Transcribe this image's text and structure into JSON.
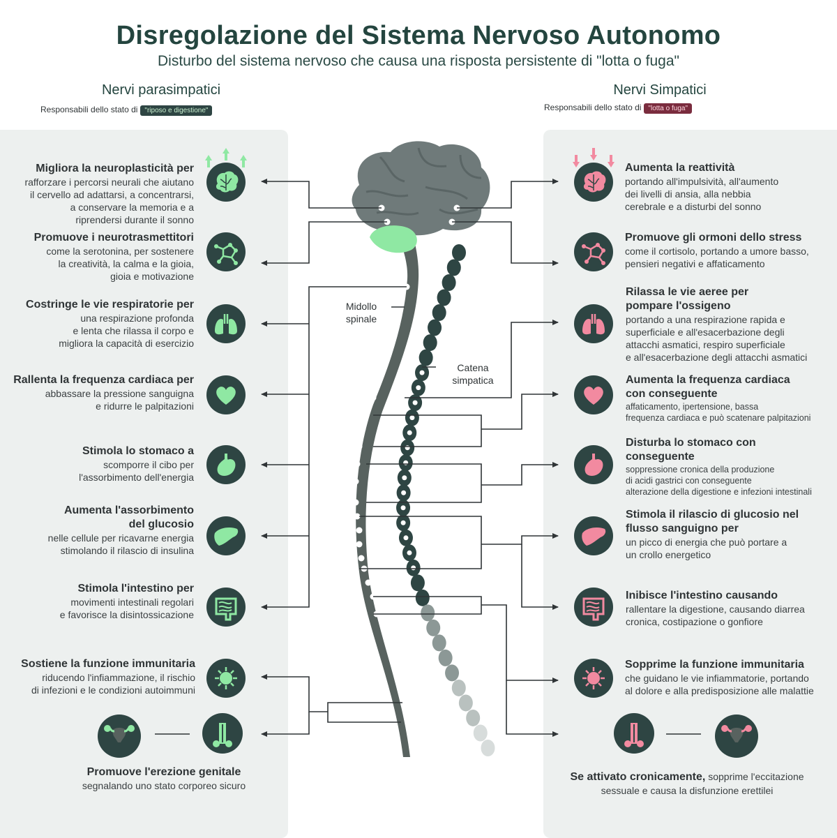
{
  "title": "Disregolazione del Sistema Nervoso Autonomo",
  "subtitle": "Disturbo del sistema nervoso che causa una risposta persistente di \"lotta o fuga\"",
  "left": {
    "heading": "Nervi parasimpatici",
    "resp_text": "Responsabili dello stato di",
    "resp_pill": "\"riposo e digestione\"",
    "items": [
      {
        "h": "Migliora la neuroplasticità per",
        "d": [
          "rafforzare i percorsi neurali che aiutano",
          "il cervello ad adattarsi, a concentrarsi,",
          "a conservare la memoria e a",
          "riprendersi durante il sonno"
        ]
      },
      {
        "h": "Promuove i neurotrasmettitori",
        "d": [
          "come la serotonina, per sostenere",
          "la creatività, la calma e la gioia,",
          "gioia e motivazione"
        ]
      },
      {
        "h": "Costringe le vie respiratorie per",
        "d": [
          "una respirazione profonda",
          "e lenta che rilassa il corpo e",
          "migliora la capacità di esercizio"
        ]
      },
      {
        "h": "Rallenta la frequenza cardiaca per",
        "d": [
          "abbassare la pressione sanguigna",
          "e ridurre le palpitazioni"
        ]
      },
      {
        "h": "Stimola lo stomaco a",
        "d": [
          "scomporre il cibo per",
          "l'assorbimento dell'energia"
        ]
      },
      {
        "h1": "Aumenta l'assorbimento",
        "h2": "del glucosio",
        "d": [
          "nelle cellule per ricavarne energia",
          "stimolando il rilascio di insulina"
        ]
      },
      {
        "h": "Stimola l'intestino per",
        "d": [
          "movimenti intestinali regolari",
          "e favorisce la disintossicazione"
        ]
      },
      {
        "h": "Sostiene la funzione immunitaria",
        "d": [
          "riducendo l'infiammazione, il rischio",
          "di infezioni e le condizioni autoimmuni"
        ]
      }
    ],
    "bottom_h": "Promuove l'erezione genitale",
    "bottom_d": "segnalando uno stato corporeo sicuro"
  },
  "right": {
    "heading": "Nervi Simpatici",
    "resp_text": "Responsabili dello stato di",
    "resp_pill": "\"lotta o fuga\"",
    "items": [
      {
        "h": "Aumenta la reattività",
        "d": [
          "portando all'impulsività, all'aumento",
          "dei livelli di ansia, alla nebbia",
          "cerebrale e a disturbi del sonno"
        ]
      },
      {
        "h": "Promuove gli ormoni dello stress",
        "d": [
          "come il cortisolo, portando a umore basso,",
          "pensieri negativi e affaticamento"
        ]
      },
      {
        "h1": "Rilassa le vie aeree per",
        "h2": "pompare l'ossigeno",
        "d": [
          "portando a una respirazione rapida e",
          "superficiale e all'esacerbazione degli",
          "attacchi asmatici, respiro superficiale",
          "e all'esacerbazione degli attacchi asmatici"
        ]
      },
      {
        "h1": "Aumenta la frequenza cardiaca",
        "h2": "con conseguente",
        "d": [
          "affaticamento, ipertensione, bassa",
          "frequenza cardiaca e può scatenare palpitazioni"
        ]
      },
      {
        "h1": "Disturba lo stomaco con",
        "h2": "conseguente",
        "d": [
          "soppressione cronica della produzione",
          "di acidi gastrici con conseguente",
          "alterazione della digestione e infezioni intestinali"
        ]
      },
      {
        "h1": "Stimola il rilascio di glucosio nel",
        "h2": "flusso sanguigno per",
        "d": [
          "un picco di energia che può portare a",
          "un crollo energetico"
        ]
      },
      {
        "h": "Inibisce l'intestino causando",
        "d": [
          "rallentare la digestione, causando diarrea",
          "cronica, costipazione o gonfiore"
        ]
      },
      {
        "h": "Sopprime la funzione immunitaria",
        "d": [
          "che guidano le vie infiammatorie, portando",
          "al dolore e alla predisposizione alle malattie"
        ]
      }
    ],
    "bottom_bold": "Se attivato cronicamente,",
    "bottom_rest": " sopprime l'eccitazione",
    "bottom_line2": "sessuale e causa la disfunzione erettilei"
  },
  "labels": {
    "midollo_1": "Midollo",
    "midollo_2": "spinale",
    "catena_1": "Catena",
    "catena_2": "simpatica"
  },
  "colors": {
    "title": "#24453f",
    "panel": "#edf0ef",
    "icon_bg": "#2e4543",
    "para_accent": "#8fe8a3",
    "symp_accent": "#f28aa0",
    "brain": "#6f7a7a",
    "spine": "#58625f",
    "chain_dark": "#2e4543"
  },
  "icons": {
    "left": [
      "brain-icon",
      "molecule-icon",
      "lungs-icon",
      "heart-icon",
      "stomach-icon",
      "liver-icon",
      "intestine-icon",
      "virus-icon",
      "uterus-icon",
      "male-organ-icon"
    ],
    "right": [
      "brain-icon",
      "molecule-icon",
      "lungs-icon",
      "heart-icon",
      "stomach-icon",
      "liver-icon",
      "intestine-icon",
      "virus-icon",
      "male-organ-icon",
      "uterus-icon"
    ]
  }
}
